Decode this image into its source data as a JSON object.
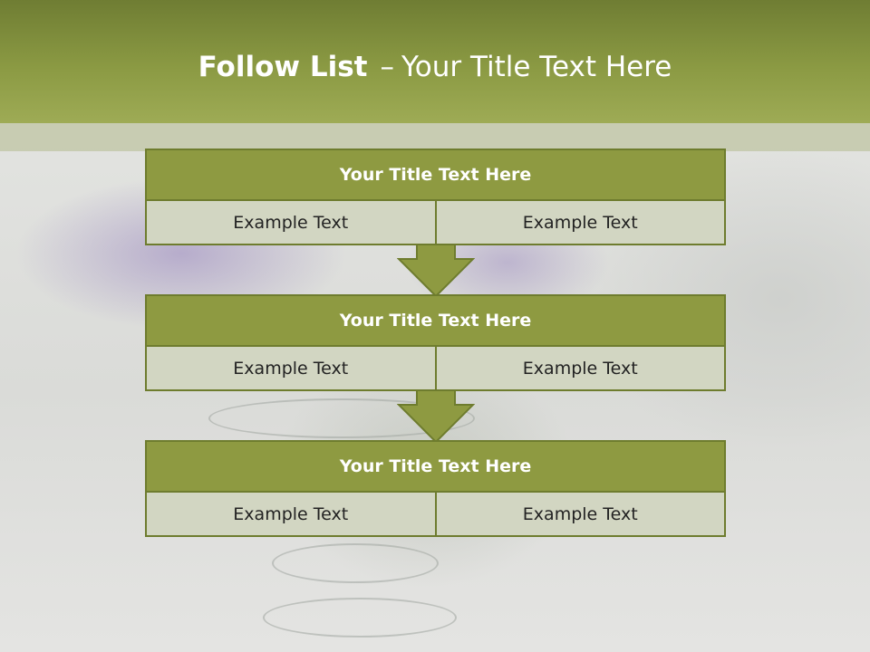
{
  "slide": {
    "title_bold": "Follow List",
    "title_dash": "–",
    "title_rest": "Your Title Text Here"
  },
  "blocks": [
    {
      "title": "Your Title Text Here",
      "left": "Example Text",
      "right": "Example Text"
    },
    {
      "title": "Your Title Text Here",
      "left": "Example Text",
      "right": "Example Text"
    },
    {
      "title": "Your Title Text Here",
      "left": "Example Text",
      "right": "Example Text"
    }
  ],
  "colors": {
    "header": "#8b9a43",
    "box_title": "#8e9a41",
    "box_border": "#6e7c2e",
    "cell_bg": "#d2d6c2"
  }
}
